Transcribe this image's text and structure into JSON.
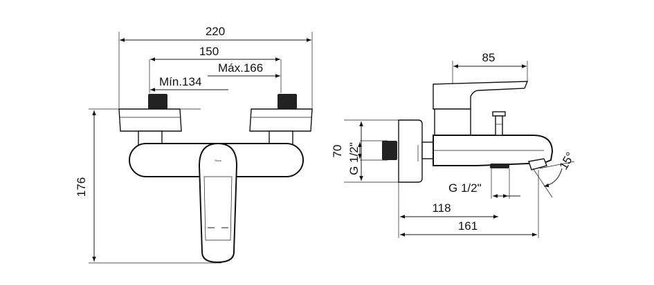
{
  "front_view": {
    "dims": {
      "overall_width": "220",
      "centers": "150",
      "max_centers": "Máx.166",
      "min_centers": "Mín.134",
      "height": "176"
    },
    "brand_mark": "Roca"
  },
  "side_view": {
    "dims": {
      "handle_length": "85",
      "body_height": "70",
      "wall_thread": "G 1/2\"",
      "outlet_thread": "G 1/2\"",
      "outlet_distance": "118",
      "spout_length": "161",
      "spout_angle": "15°"
    }
  }
}
